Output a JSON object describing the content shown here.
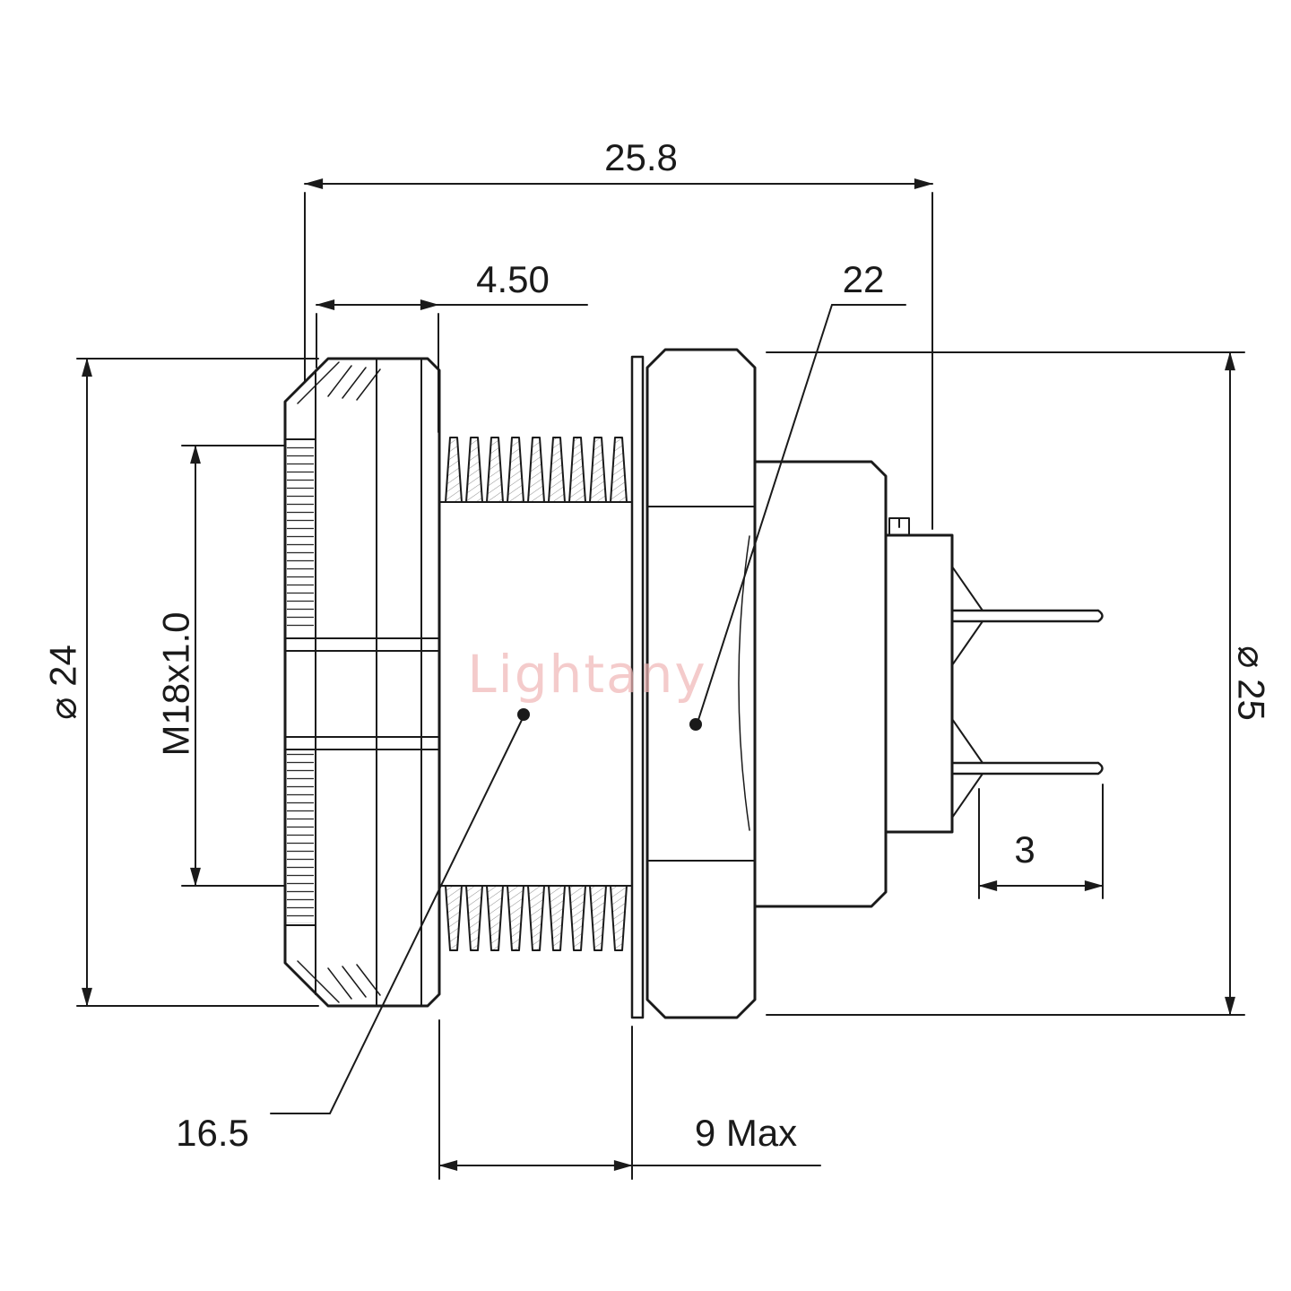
{
  "drawing": {
    "type": "connector-technical-drawing",
    "view": "side-section"
  },
  "watermark": {
    "text": "Lightany"
  },
  "dimensions": {
    "overall_length": "25.8",
    "coupling_length": "4.50",
    "hex_leader": "22",
    "front_diameter": "⌀ 24",
    "thread_spec": "M18x1.0",
    "rear_diameter": "⌀ 25",
    "thread_length": "16.5",
    "mount_depth_max": "9 Max",
    "pin_tail": "3"
  },
  "colors": {
    "line": "#1a1a1a",
    "watermark": "#f0b6b6",
    "background": "#ffffff"
  }
}
